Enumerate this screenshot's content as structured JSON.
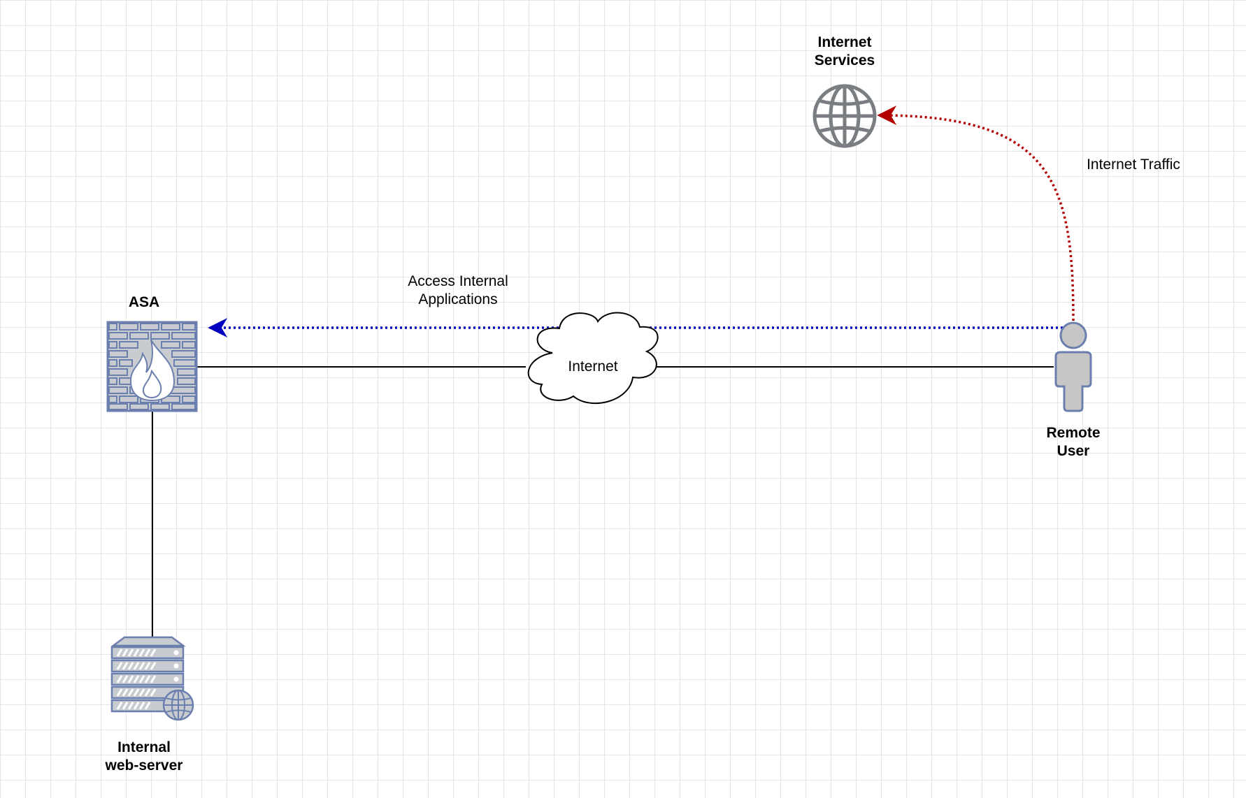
{
  "nodes": {
    "asa": {
      "label": "ASA",
      "icon": "firewall-icon"
    },
    "internet_services": {
      "label_line1": "Internet",
      "label_line2": "Services",
      "icon": "globe-icon"
    },
    "remote_user": {
      "label_line1": "Remote",
      "label_line2": "User",
      "icon": "user-icon"
    },
    "internet_cloud": {
      "label": "Internet",
      "icon": "cloud-icon"
    },
    "web_server": {
      "label_line1": "Internal",
      "label_line2": "web-server",
      "icon": "server-icon"
    }
  },
  "edges": {
    "access_internal": {
      "label_line1": "Access Internal",
      "label_line2": "Applications",
      "color": "#0000c0",
      "style": "dotted"
    },
    "internet_traffic": {
      "label": "Internet Traffic",
      "color": "#b20000",
      "style": "dotted"
    }
  },
  "colors": {
    "icon_fill": "#c8cbd0",
    "icon_stroke": "#6b7fae",
    "globe_stroke": "#7a7d82",
    "user_fill": "#c6c6c6",
    "grid": "#e6e6e6"
  }
}
